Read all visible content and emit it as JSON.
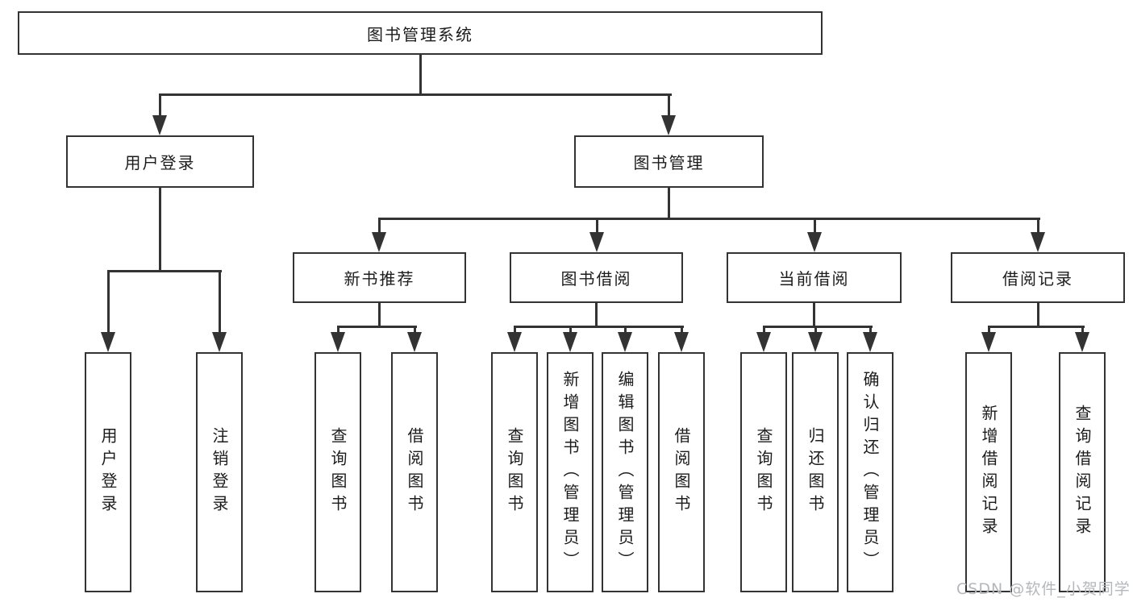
{
  "colors": {
    "line": "#333333",
    "box_border": "#333333",
    "text": "#1c1c1c",
    "background": "#ffffff",
    "watermark": "#b4b7bc"
  },
  "root": {
    "label": "图书管理系统"
  },
  "user_login": {
    "label": "用户登录",
    "children": [
      {
        "label": "用户登录"
      },
      {
        "label": "注销登录"
      }
    ]
  },
  "book_mgmt": {
    "label": "图书管理",
    "sections": [
      {
        "label": "新书推荐",
        "children": [
          {
            "label": "查询图书"
          },
          {
            "label": "借阅图书"
          }
        ]
      },
      {
        "label": "图书借阅",
        "children": [
          {
            "label": "查询图书"
          },
          {
            "label": "新增图书（管理员）"
          },
          {
            "label": "编辑图书（管理员）"
          },
          {
            "label": "借阅图书"
          }
        ]
      },
      {
        "label": "当前借阅",
        "children": [
          {
            "label": "查询图书"
          },
          {
            "label": "归还图书"
          },
          {
            "label": "确认归还（管理员）"
          }
        ]
      },
      {
        "label": "借阅记录",
        "children": [
          {
            "label": "新增借阅记录"
          },
          {
            "label": "查询借阅记录"
          }
        ]
      }
    ]
  },
  "watermark": {
    "text": "CSDN @软件_小贺同学"
  }
}
